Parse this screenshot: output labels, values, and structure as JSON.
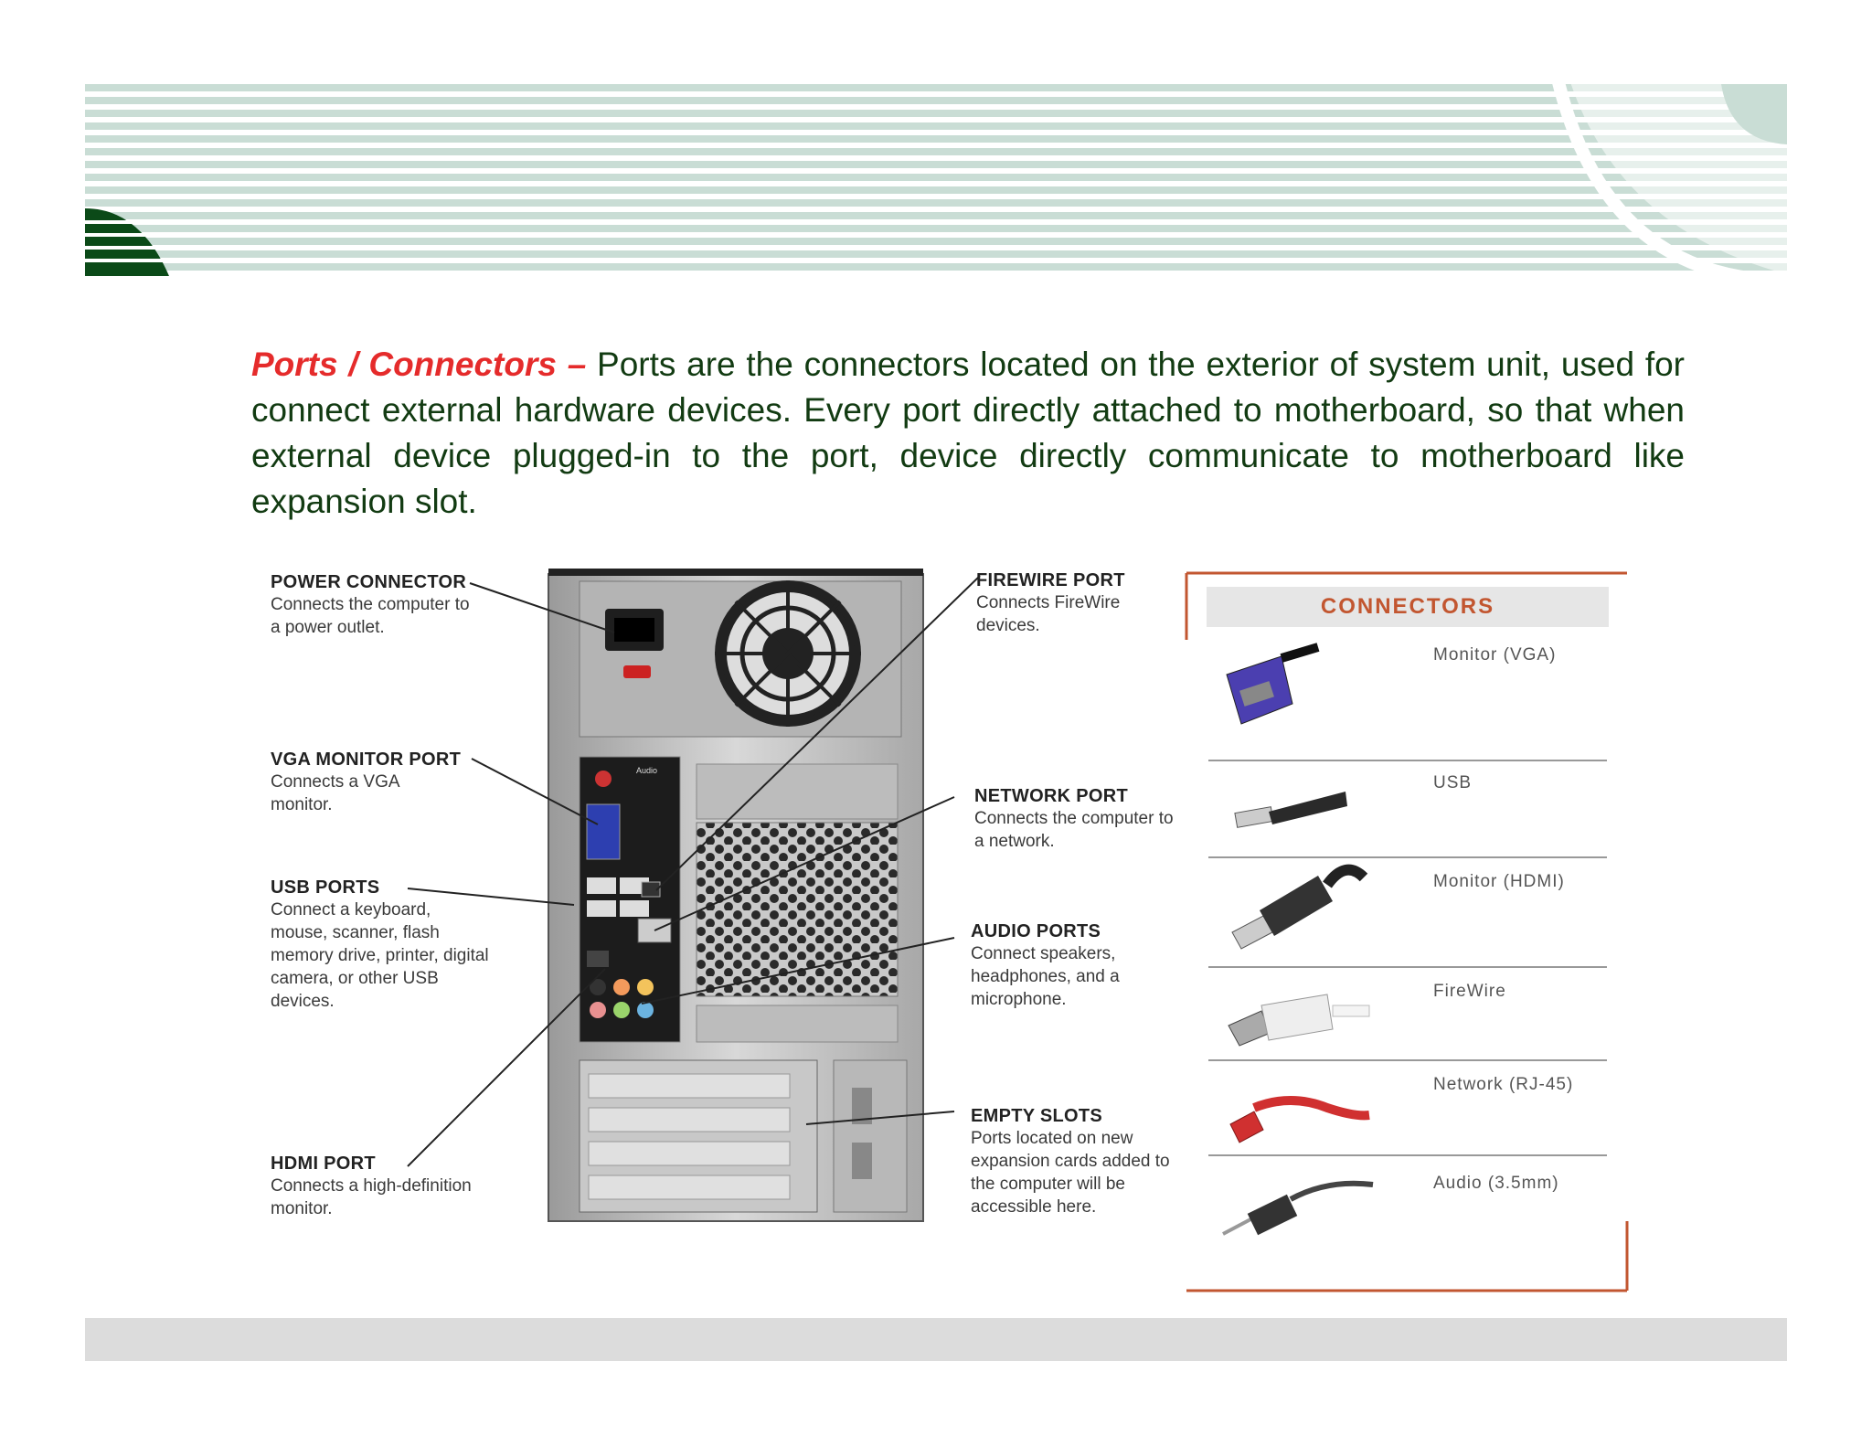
{
  "intro": {
    "highlight": "Ports  / Connectors –",
    "body": " Ports are the connectors located on the exterior of system unit, used for connect external hardware devices. Every port directly attached to motherboard, so that when external device plugged-in to the port, device directly communicate to motherboard like expansion slot."
  },
  "callouts": {
    "power": {
      "title": "POWER CONNECTOR",
      "desc": "Connects the computer to a power outlet."
    },
    "vga": {
      "title": "VGA MONITOR PORT",
      "desc": "Connects a VGA monitor."
    },
    "usb": {
      "title": "USB PORTS",
      "desc": "Connect a keyboard, mouse, scanner, flash memory drive, printer, digital camera, or other USB devices."
    },
    "hdmi": {
      "title": "HDMI PORT",
      "desc": "Connects a high-definition monitor."
    },
    "firewire": {
      "title": "FIREWIRE PORT",
      "desc": "Connects FireWire devices."
    },
    "network": {
      "title": "NETWORK PORT",
      "desc": "Connects the computer to a network."
    },
    "audio": {
      "title": "AUDIO PORTS",
      "desc": "Connect speakers, headphones, and a microphone."
    },
    "slots": {
      "title": "EMPTY SLOTS",
      "desc": "Ports located on new expansion cards added to the computer will be accessible here."
    }
  },
  "case_badge": "Audio",
  "connectors": {
    "heading": "CONNECTORS",
    "items": [
      {
        "label": "Monitor (VGA)",
        "icon": "vga-plug-icon"
      },
      {
        "label": "USB",
        "icon": "usb-plug-icon"
      },
      {
        "label": "Monitor (HDMI)",
        "icon": "hdmi-plug-icon"
      },
      {
        "label": "FireWire",
        "icon": "firewire-plug-icon"
      },
      {
        "label": "Network (RJ-45)",
        "icon": "rj45-plug-icon"
      },
      {
        "label": "Audio (3.5mm)",
        "icon": "audio-jack-icon"
      }
    ]
  },
  "colors": {
    "banner_stripe": "#c9ddd5",
    "banner_dark": "#0b4a18",
    "intro_text": "#123b12",
    "intro_highlight": "#e52b2b",
    "connector_accent": "#c25630"
  }
}
